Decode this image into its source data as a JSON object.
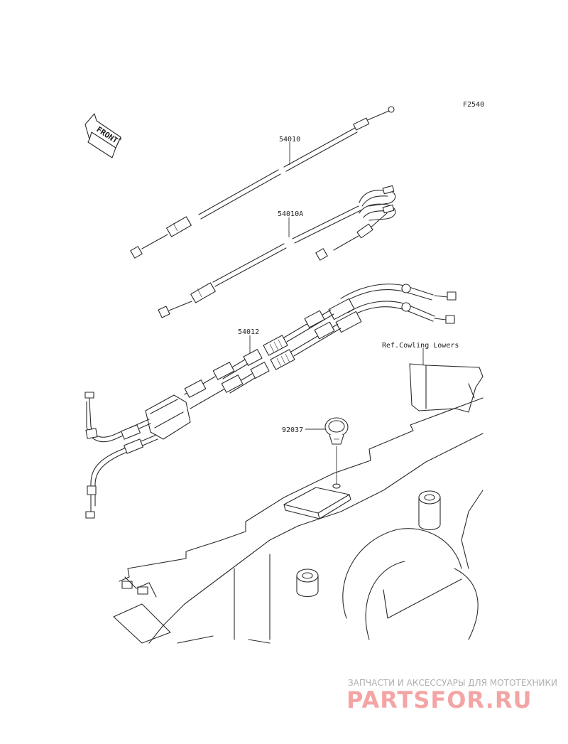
{
  "diagram": {
    "figure_code": "F2540",
    "front_label": "FRONT",
    "parts": [
      {
        "id": "p1",
        "number": "54010"
      },
      {
        "id": "p2",
        "number": "54010A"
      },
      {
        "id": "p3",
        "number": "54012"
      },
      {
        "id": "p4",
        "number": "92037"
      }
    ],
    "reference_note": "Ref.Cowling Lowers"
  },
  "watermark": {
    "caption": "ЗАПЧАСТИ И АКСЕССУАРЫ ДЛЯ МОТОТЕХНИКИ",
    "logo_text": "PARTSFOR.RU"
  }
}
